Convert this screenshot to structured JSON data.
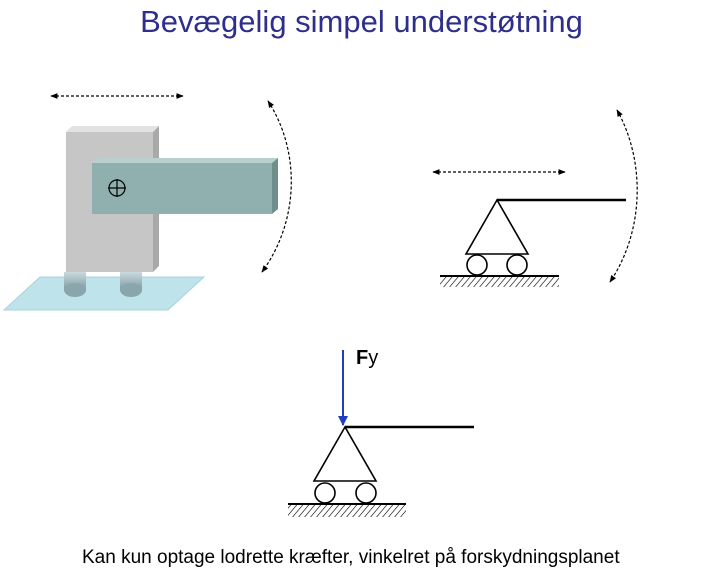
{
  "title": "Bevægelig simpel understøtning",
  "force_label": {
    "bold": "F",
    "normal": "y"
  },
  "caption": "Kan kun optage lodrette kræfter, vinkelret på forskydningsplanet",
  "colors": {
    "title": "#2e2e8c",
    "force_arrow": "#1f3fbf",
    "block": "#c6c6c6",
    "beam": "#8fb0ae",
    "floor": "#bfe3ea",
    "roller": "#9fb7bd"
  },
  "icons": [
    "pin-crosshair-icon",
    "translation-arrow-icon",
    "rotation-arrow-icon",
    "roller-support-icon",
    "ground-hatch-icon"
  ]
}
